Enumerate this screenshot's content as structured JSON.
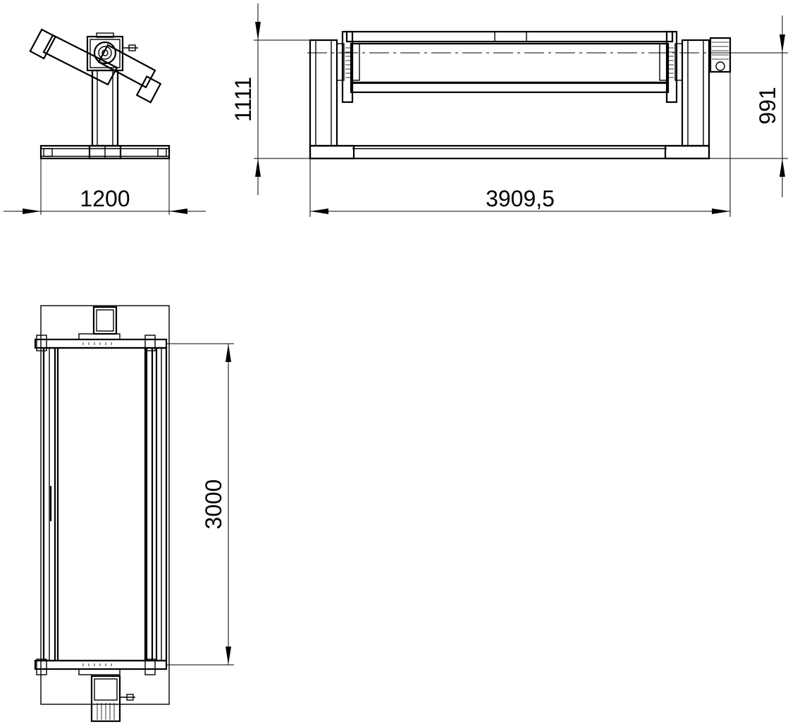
{
  "dimensions": {
    "width": "1200",
    "height_total": "1111",
    "length": "3909,5",
    "height_axis": "991",
    "roller_length": "3000"
  }
}
